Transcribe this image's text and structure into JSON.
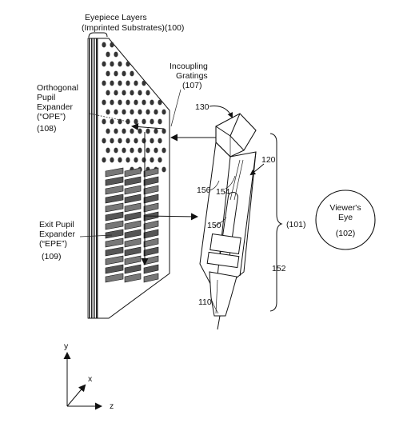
{
  "labels": {
    "eyepiece_layers_line1": "Eyepiece Layers",
    "eyepiece_layers_line2": "(Imprinted Substrates)(100)",
    "incoupling_line1": "Incoupling",
    "incoupling_line2": "Gratings",
    "incoupling_ref": "(107)",
    "ope_line1": "Orthogonal",
    "ope_line2": "Pupil",
    "ope_line3": "Expander",
    "ope_line4": "(“OPE”)",
    "ope_ref": "(108)",
    "epe_line1": "Exit Pupil",
    "epe_line2": "Expander",
    "epe_line3": "(“EPE”)",
    "epe_ref": "(109)",
    "ref_130": "130",
    "ref_120": "120",
    "ref_156": "156",
    "ref_154": "154",
    "ref_150": "150",
    "ref_110": "110",
    "ref_152": "152",
    "ref_101": "(101)",
    "viewer_line1": "Viewer's",
    "viewer_line2": "Eye",
    "viewer_ref": "(102)"
  },
  "axes": {
    "y": "y",
    "x": "x",
    "z": "z"
  },
  "colors": {
    "ink": "#111111",
    "dot": "#333333",
    "background": "#ffffff"
  }
}
